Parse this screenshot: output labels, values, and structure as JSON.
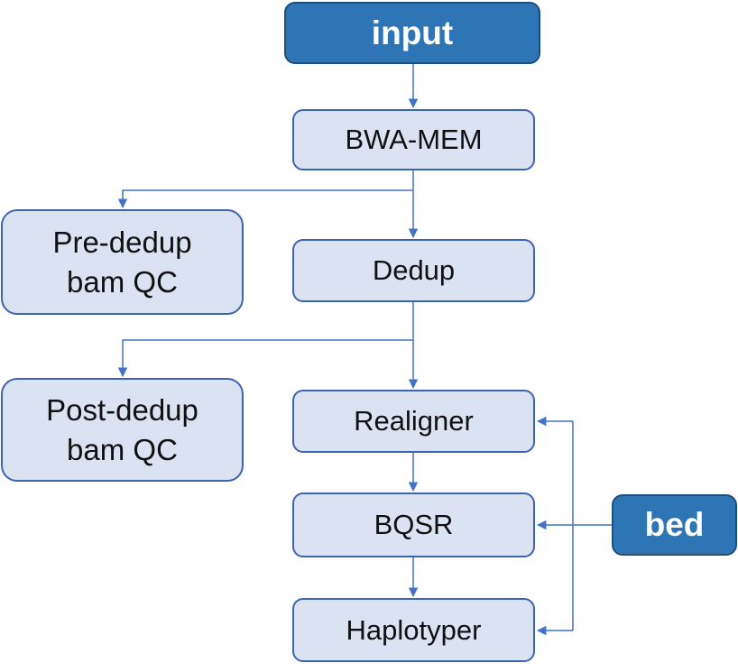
{
  "nodes": {
    "input": "input",
    "bwa_mem": "BWA-MEM",
    "dedup": "Dedup",
    "pre_dedup_qc": "Pre-dedup\nbam QC",
    "post_dedup_qc": "Post-dedup\nbam QC",
    "realigner": "Realigner",
    "bqsr": "BQSR",
    "haplotyper": "Haplotyper",
    "bed": "bed"
  },
  "colors": {
    "source_fill": "#2e75b6",
    "step_fill": "#dbe3f3",
    "border": "#3e63b0",
    "arrow": "#4472c4"
  }
}
